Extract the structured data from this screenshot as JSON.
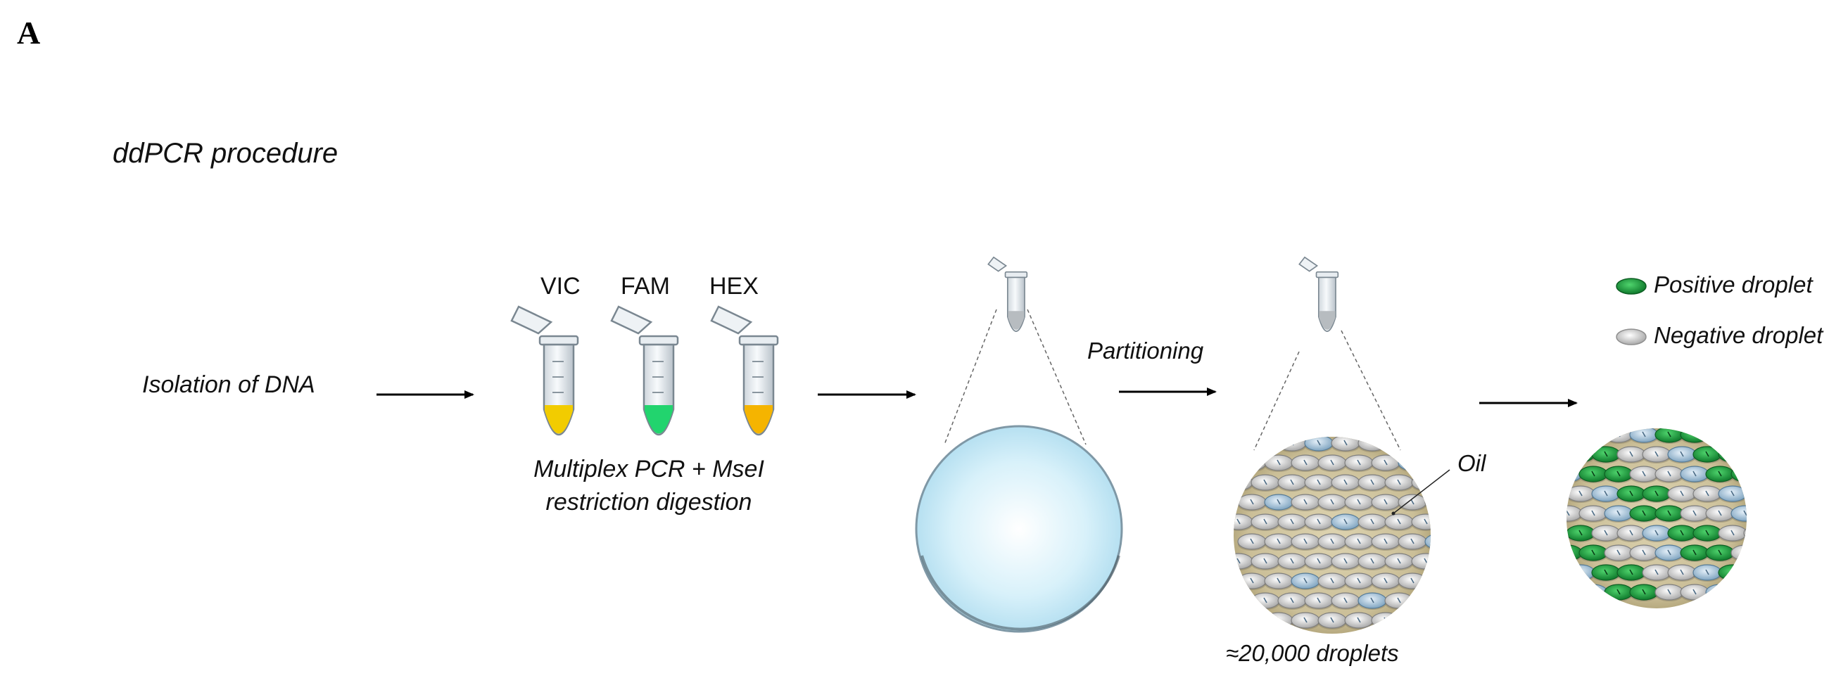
{
  "figure": {
    "panel_letter": "A",
    "title": "ddPCR procedure"
  },
  "steps": {
    "isolation": "Isolation of DNA",
    "pcr_line1": "Multiplex PCR + MseI",
    "pcr_line2": "restriction digestion",
    "partitioning": "Partitioning",
    "oil": "Oil",
    "droplet_count": "≈20,000 droplets"
  },
  "tubes": [
    {
      "label": "VIC",
      "color": "#f2cc00"
    },
    {
      "label": "FAM",
      "color": "#22d46e"
    },
    {
      "label": "HEX",
      "color": "#f5b400"
    }
  ],
  "legend": {
    "positive": {
      "label": "Positive droplet",
      "color": "#1e9a3c"
    },
    "negative": {
      "label": "Negative droplet",
      "color": "#d9d9d9"
    }
  },
  "colors": {
    "arrow": "#000000",
    "droplet_bubble": "#c9eaf7",
    "oil_background": "#cfc4a0"
  }
}
